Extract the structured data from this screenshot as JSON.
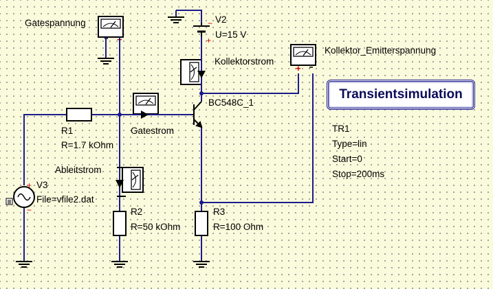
{
  "components": {
    "gate_voltage_probe": {
      "name": "Gatespannung"
    },
    "source_v2": {
      "name": "V2",
      "value": "U=15 V"
    },
    "collector_current_probe": {
      "name": "Kollektorstrom"
    },
    "ce_voltage_probe": {
      "name": "Kollektor_Emitterspannung"
    },
    "transistor": {
      "name": "BC548C_1"
    },
    "resistor_r1": {
      "name": "R1",
      "value": "R=1.7 kOhm"
    },
    "gate_current_probe": {
      "name": "Gatestrom"
    },
    "leakage_current_probe": {
      "name": "Ableitstrom"
    },
    "source_v3": {
      "name": "V3",
      "value": "File=vfile2.dat"
    },
    "resistor_r2": {
      "name": "R2",
      "value": "R=50 kOhm"
    },
    "resistor_r3": {
      "name": "R3",
      "value": "R=100 Ohm"
    }
  },
  "simulation": {
    "title": "Transientsimulation",
    "name": "TR1",
    "type": "Type=lin",
    "start": "Start=0",
    "stop": "Stop=200ms"
  },
  "colors": {
    "background": "#fafadc",
    "wire": "#1a1a8c",
    "component": "#000000",
    "polarity": "#d00000"
  }
}
